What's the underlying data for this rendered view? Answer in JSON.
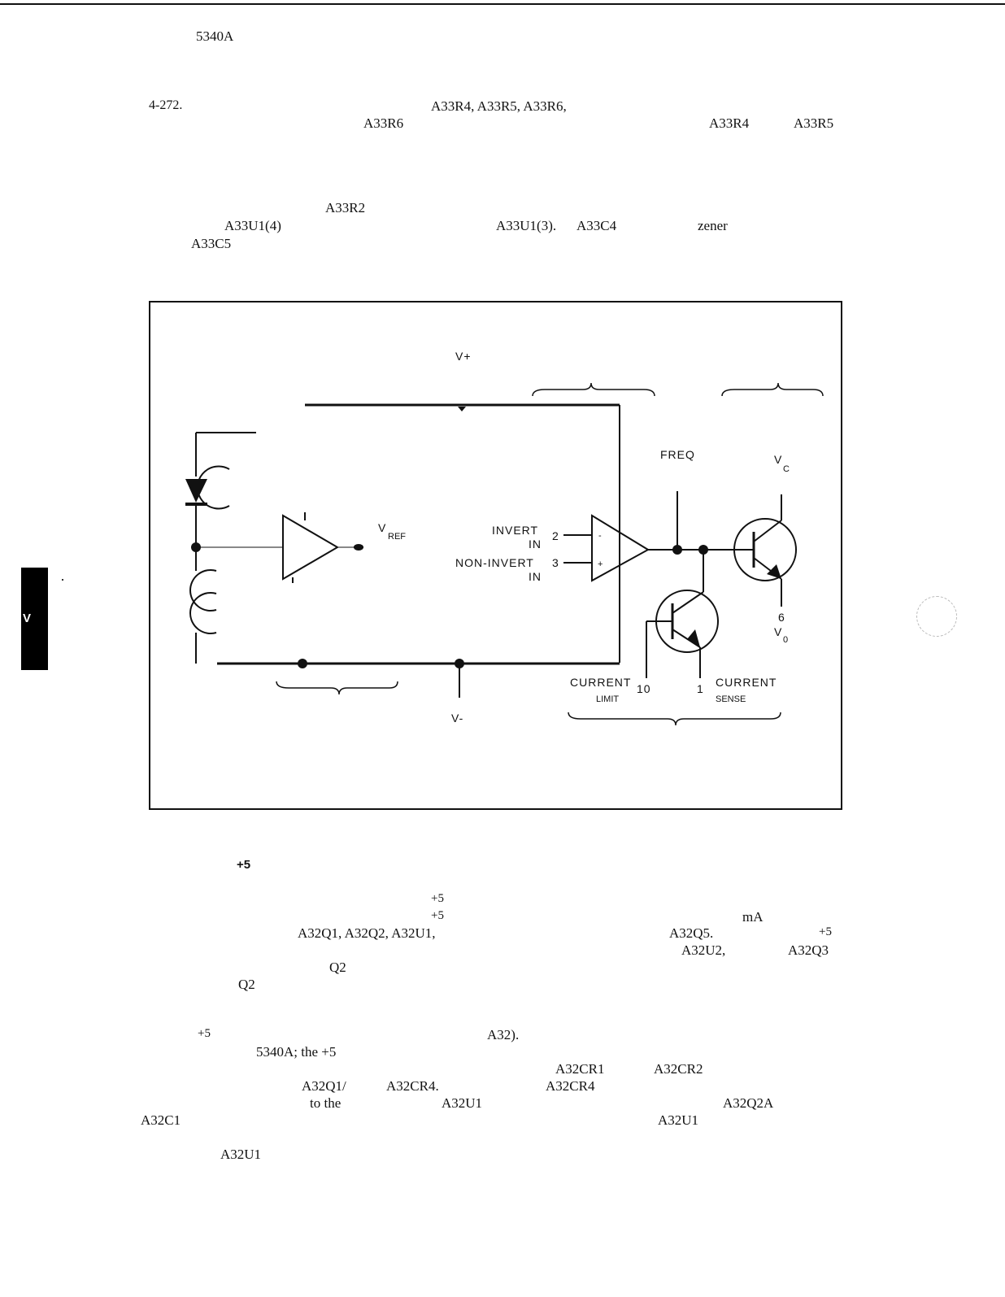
{
  "header": {
    "model": "5340A"
  },
  "para_272": {
    "number": "4-272.",
    "refs_line1": "A33R4, A33R5, A33R6,",
    "ref_r6": "A33R6",
    "ref_r4": "A33R4",
    "ref_r5": "A33R5",
    "ref_r2": "A33R2",
    "ref_u1_4": "A33U1(4)",
    "ref_u1_3": "A33U1(3).",
    "ref_c4": "A33C4",
    "zener": "zener",
    "ref_c5": "A33C5"
  },
  "figure": {
    "v_plus": "V+",
    "v_minus": "V-",
    "freq": "FREQ",
    "vc_main": "V",
    "vc_sub": "C",
    "vref_main": "V",
    "vref_sub": "REF",
    "invert": "INVERT",
    "invert_in": "IN",
    "invert_pin": "2",
    "non_invert": "NON-INVERT",
    "non_invert_in": "IN",
    "non_invert_pin": "3",
    "minus_sign": "-",
    "plus_sign": "+",
    "pin6": "6",
    "vo_main": "V",
    "vo_sub": "0",
    "current_limit": "CURRENT",
    "current_limit_cut": "LIMIT",
    "pin10": "10",
    "pin1": "1",
    "current_sense": "CURRENT",
    "current_sense_cut": "SENSE"
  },
  "para_below": {
    "plus5_bold": "+5",
    "plus5_a": "+5",
    "plus5_b": "+5",
    "ma": "mA",
    "refs_q": "A32Q1, A32Q2, A32U1,",
    "ref_q5": "A32Q5.",
    "plus5_c": "+5",
    "ref_u2": "A32U2,",
    "ref_q3": "A32Q3",
    "q2_a": "Q2",
    "q2_b": "Q2"
  },
  "para_last": {
    "plus5_d": "+5",
    "ref_a32": "A32).",
    "model_the": "5340A; the +5",
    "ref_cr1": "A32CR1",
    "ref_cr2": "A32CR2",
    "ref_q1": "A32Q1/",
    "ref_cr4_a": "A32CR4.",
    "ref_cr4_b": "A32CR4",
    "to_the": "to the",
    "ref_u1_a": "A32U1",
    "ref_q2a": "A32Q2A",
    "ref_c1": "A32C1",
    "ref_u1_b": "A32U1",
    "ref_u1_c": "A32U1"
  },
  "side_tab": {
    "letter": "V"
  }
}
